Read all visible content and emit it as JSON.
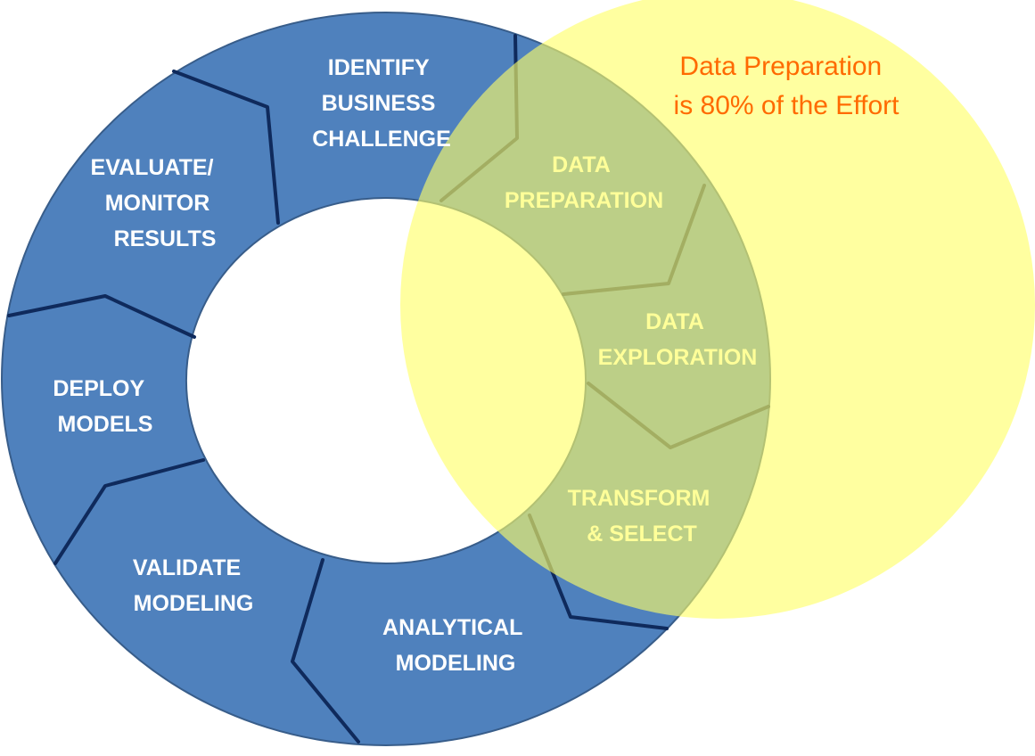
{
  "colors": {
    "ring_fill": "#4f81bd",
    "ring_stroke": "#385d8a",
    "divider": "#0f2a5c",
    "overlay_fill": "#ffff66",
    "label_on_blue": "#ffffff",
    "label_on_overlay": "#ffff99",
    "callout_text": "#ff6a00"
  },
  "callout": {
    "line1": "Data Preparation",
    "line2": "is 80% of the Effort"
  },
  "segments": [
    {
      "id": "identify",
      "lines": [
        "IDENTIFY",
        "BUSINESS",
        "CHALLENGE"
      ],
      "highlighted": false
    },
    {
      "id": "data-preparation",
      "lines": [
        "DATA",
        "PREPARATION"
      ],
      "highlighted": true
    },
    {
      "id": "data-exploration",
      "lines": [
        "DATA",
        "EXPLORATION"
      ],
      "highlighted": true
    },
    {
      "id": "transform-select",
      "lines": [
        "TRANSFORM",
        "& SELECT"
      ],
      "highlighted": true
    },
    {
      "id": "analytical-modeling",
      "lines": [
        "ANALYTICAL",
        "MODELING"
      ],
      "highlighted": false
    },
    {
      "id": "validate-modeling",
      "lines": [
        "VALIDATE",
        "MODELING"
      ],
      "highlighted": false
    },
    {
      "id": "deploy-models",
      "lines": [
        "DEPLOY",
        "MODELS"
      ],
      "highlighted": false
    },
    {
      "id": "evaluate-monitor",
      "lines": [
        "EVALUATE/",
        "MONITOR",
        "RESULTS"
      ],
      "highlighted": false
    }
  ]
}
